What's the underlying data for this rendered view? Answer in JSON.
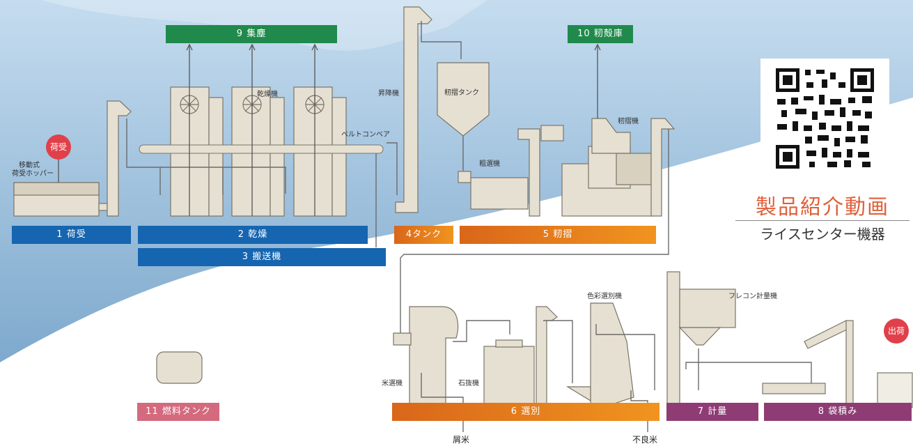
{
  "bands": {
    "b1": "1 荷受",
    "b2": "2 乾燥",
    "b3": "3 搬送機",
    "b4": "4タンク",
    "b5": "5 籾摺",
    "b6": "6 選別",
    "b7": "7 計量",
    "b8": "8 袋積み",
    "b9": "9 集塵",
    "b10": "10 籾殻庫",
    "b11": "11 燃料タンク"
  },
  "labels": {
    "hopper_line1": "移動式",
    "hopper_line2": "荷受ホッパー",
    "dryer": "乾燥機",
    "belt": "ベルトコンベア",
    "elevator": "昇降機",
    "tank": "籾摺タンク",
    "rough_sorter": "粗選機",
    "husker": "籾摺機",
    "color_sorter": "色彩選別機",
    "flecon": "フレコン計量機",
    "rice_sorter": "米選機",
    "stone_remover": "石抜機"
  },
  "outputs": {
    "kuzumai": "屑米",
    "furyoumai": "不良米"
  },
  "badges": {
    "receive": "荷受",
    "ship": "出荷"
  },
  "promo": {
    "title": "製品紹介動画",
    "subtitle": "ライスセンター機器"
  },
  "colors": {
    "blue": "#1565b0",
    "orange": "#e8781d",
    "purple": "#8f3c74",
    "green": "#1f8a4c",
    "pink": "#d46a7e",
    "badge_red": "#e0404a",
    "machine": "#e6e0d2"
  }
}
